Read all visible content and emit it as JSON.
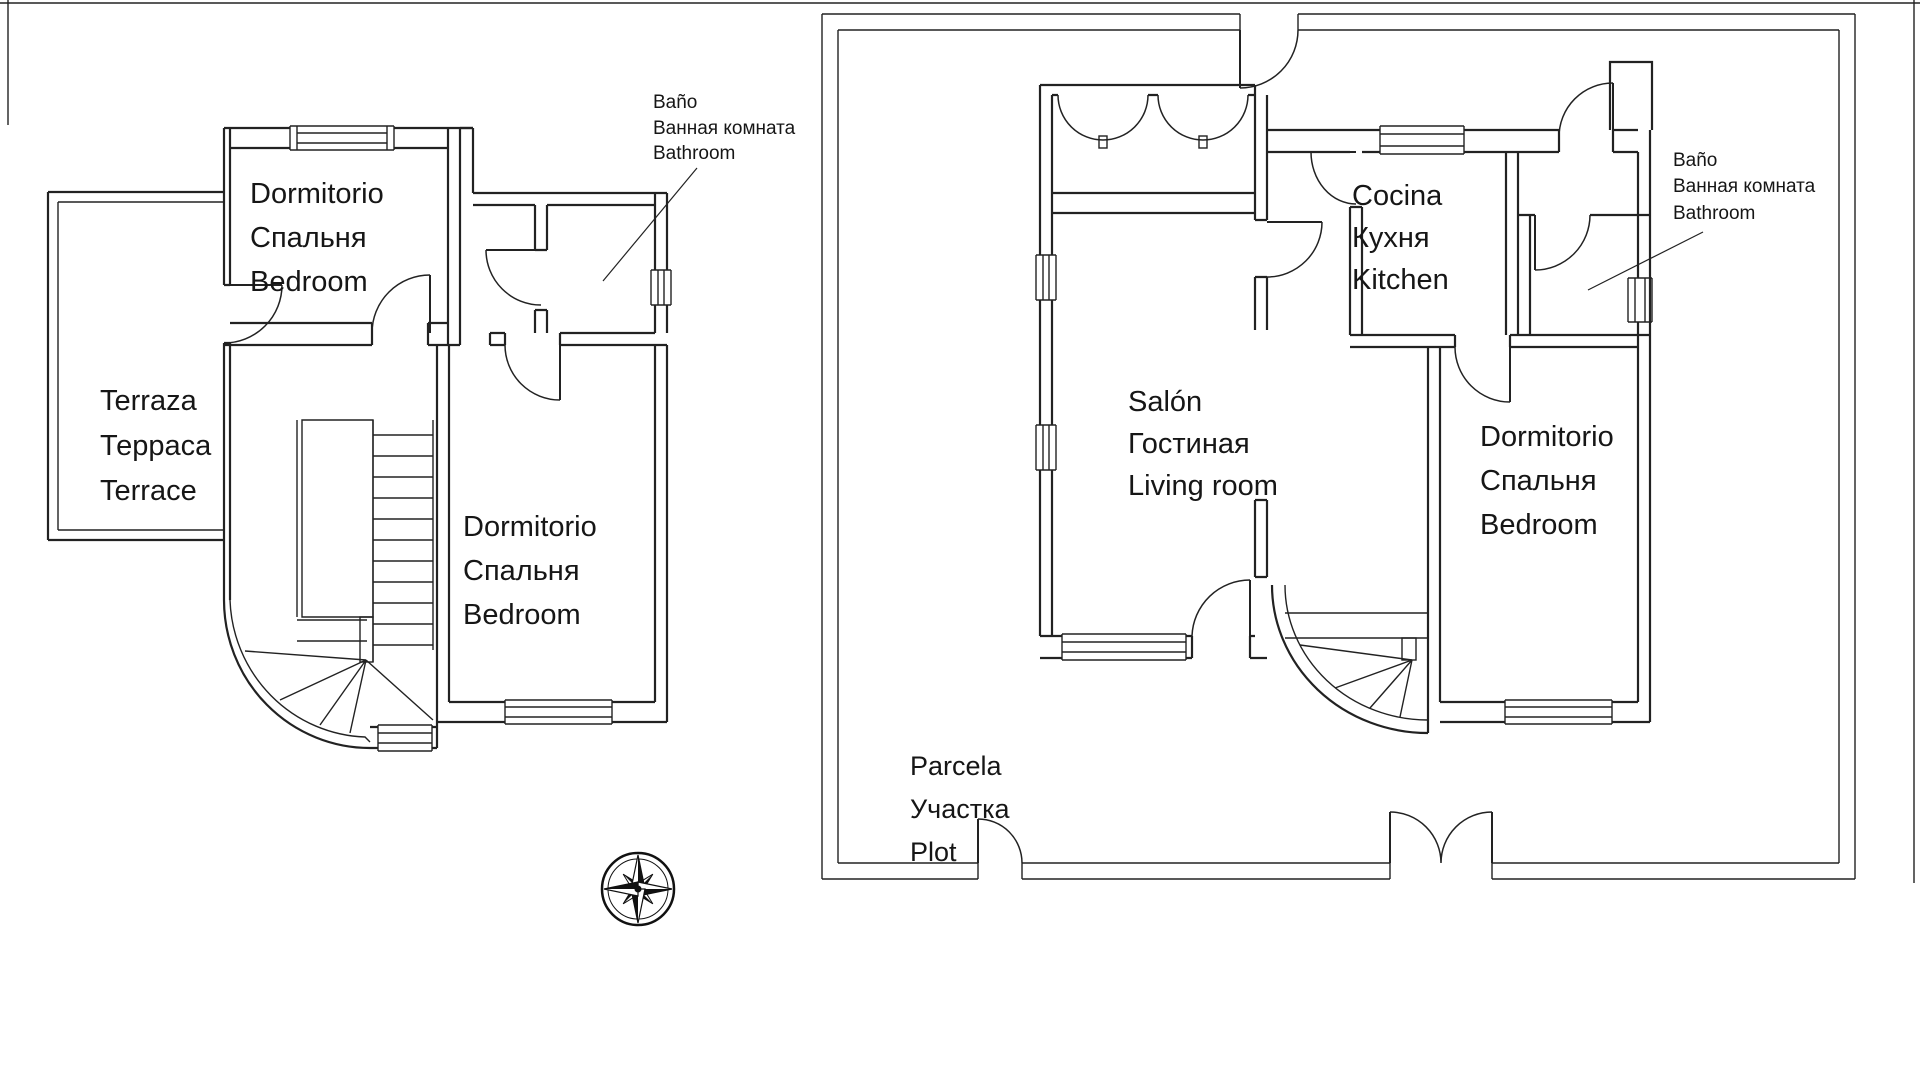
{
  "colors": {
    "line": "#222222",
    "background": "#ffffff"
  },
  "left_plan": {
    "bathroom_label": [
      "Baño",
      "Ванная комната",
      "Bathroom"
    ],
    "bedroom_top_label": [
      "Dormitorio",
      "Спальня",
      "Bedroom"
    ],
    "terrace_label": [
      "Terraza",
      "Терраса",
      "Terrace"
    ],
    "bedroom_bottom_label": [
      "Dormitorio",
      "Спальня",
      "Bedroom"
    ]
  },
  "right_plan": {
    "kitchen_label": [
      "Cocina",
      "Кухня",
      "Kitchen"
    ],
    "living_room_label": [
      "Salón",
      "Гостиная",
      "Living room"
    ],
    "bedroom_label": [
      "Dormitorio",
      "Спальня",
      "Bedroom"
    ],
    "bathroom_label": [
      "Baño",
      "Ванная комната",
      "Bathroom"
    ],
    "plot_label": [
      "Parcela",
      "Участка",
      "Plot"
    ]
  },
  "icons": {
    "compass": "compass-rose"
  }
}
